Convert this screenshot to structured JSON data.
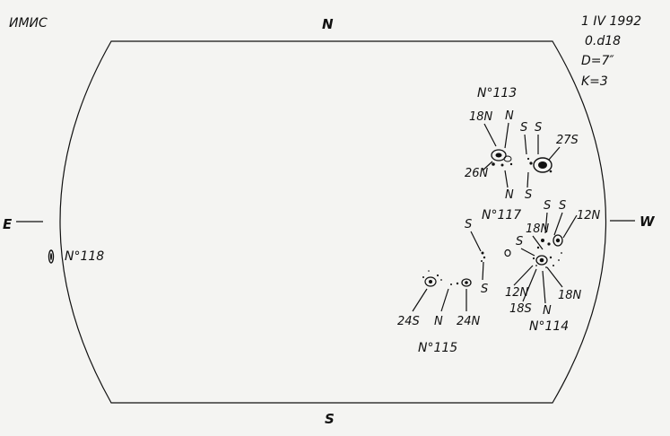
{
  "observatory": "ИМИС",
  "directions": {
    "north": "N",
    "south": "S",
    "east": "E",
    "west": "W"
  },
  "observation": {
    "date": "1 IV 1992",
    "time": "0.d18",
    "diameter": "D=7″",
    "k": "K=3"
  },
  "groups": [
    {
      "id": "no113",
      "label": "N°113",
      "polarities": [
        "18N",
        "N",
        "S",
        "S",
        "27S",
        "26N",
        "N",
        "S"
      ]
    },
    {
      "id": "no117",
      "label": "N°117",
      "polarities": [
        "S",
        "S",
        "12N"
      ]
    },
    {
      "id": "no114",
      "label": "N°114",
      "polarities": [
        "S",
        "S",
        "12N",
        "18N",
        "S",
        "18N",
        "18S",
        "N"
      ]
    },
    {
      "id": "no115",
      "label": "N°115",
      "polarities": [
        "24S",
        "N",
        "24N"
      ]
    },
    {
      "id": "no118",
      "label": "N°118",
      "polarities": []
    }
  ]
}
